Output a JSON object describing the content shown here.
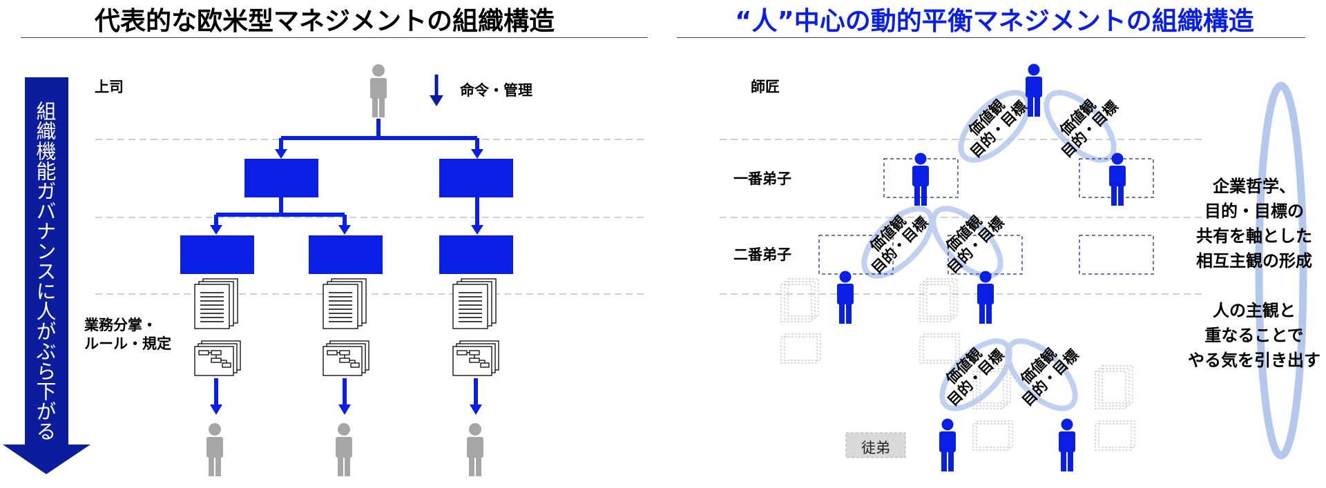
{
  "left": {
    "title": "代表的な欧米型マネジメントの組織構造",
    "arrow_text": "組織機能ガバナンスに人がぶら下がる",
    "label_boss": "上司",
    "label_command": "命令・管理",
    "label_duties": "業務分掌・\nルール・規定"
  },
  "right": {
    "title": "“人”中心の動的平衡マネジメントの組織構造",
    "label_master": "師匠",
    "label_first": "一番弟子",
    "label_second": "二番弟子",
    "label_apprentice": "徒弟",
    "value_text": "価値観\n目的・目標",
    "side_text": "企業哲学、\n目的・目標の\n共有を軸とした\n相互主観の形成\n\n人の主観と\n重なることで\nやる気を引き出す"
  },
  "colors": {
    "blue": "#0A1FE6",
    "navy": "#0B1C9C",
    "gray_person": "#A6A6A6",
    "light_blue": "#B4C8EE",
    "dashed_line": "#BFBFBF",
    "box_border": "#3A4A9A"
  }
}
